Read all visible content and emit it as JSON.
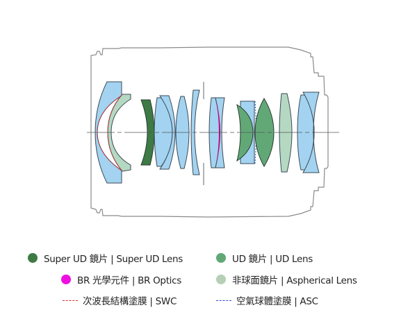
{
  "diagram": {
    "title": "Lens construction diagram",
    "colors": {
      "standard_lens": "#a3d3f0",
      "super_ud": "#3e7a45",
      "ud": "#62a877",
      "aspherical": "#b5d8c2",
      "br_optics": "#c2007a",
      "swc": "#e0262c",
      "asc": "#2a5fd0",
      "outline": "#3a4a55",
      "barrel": "#8a8a8a"
    }
  },
  "legend": {
    "items": [
      {
        "id": "super-ud",
        "label": "Super UD 鏡片 | Super UD Lens",
        "marker": "dot",
        "color": "#3e7a45"
      },
      {
        "id": "ud",
        "label": "UD 鏡片 | UD Lens",
        "marker": "dot",
        "color": "#62a877"
      },
      {
        "id": "br",
        "label": "BR 光學元件 | BR Optics",
        "marker": "dot",
        "color": "#ee10e0"
      },
      {
        "id": "aspherical",
        "label": "非球面鏡片 | Aspherical Lens",
        "marker": "dot",
        "color": "#b5d0b5"
      },
      {
        "id": "swc",
        "label": "次波長結構塗膜 | SWC",
        "marker": "dashed-line",
        "color": "#e0262c"
      },
      {
        "id": "asc",
        "label": "空氣球體塗膜 | ASC",
        "marker": "dashed-line",
        "color": "#2a4fd0"
      }
    ]
  }
}
